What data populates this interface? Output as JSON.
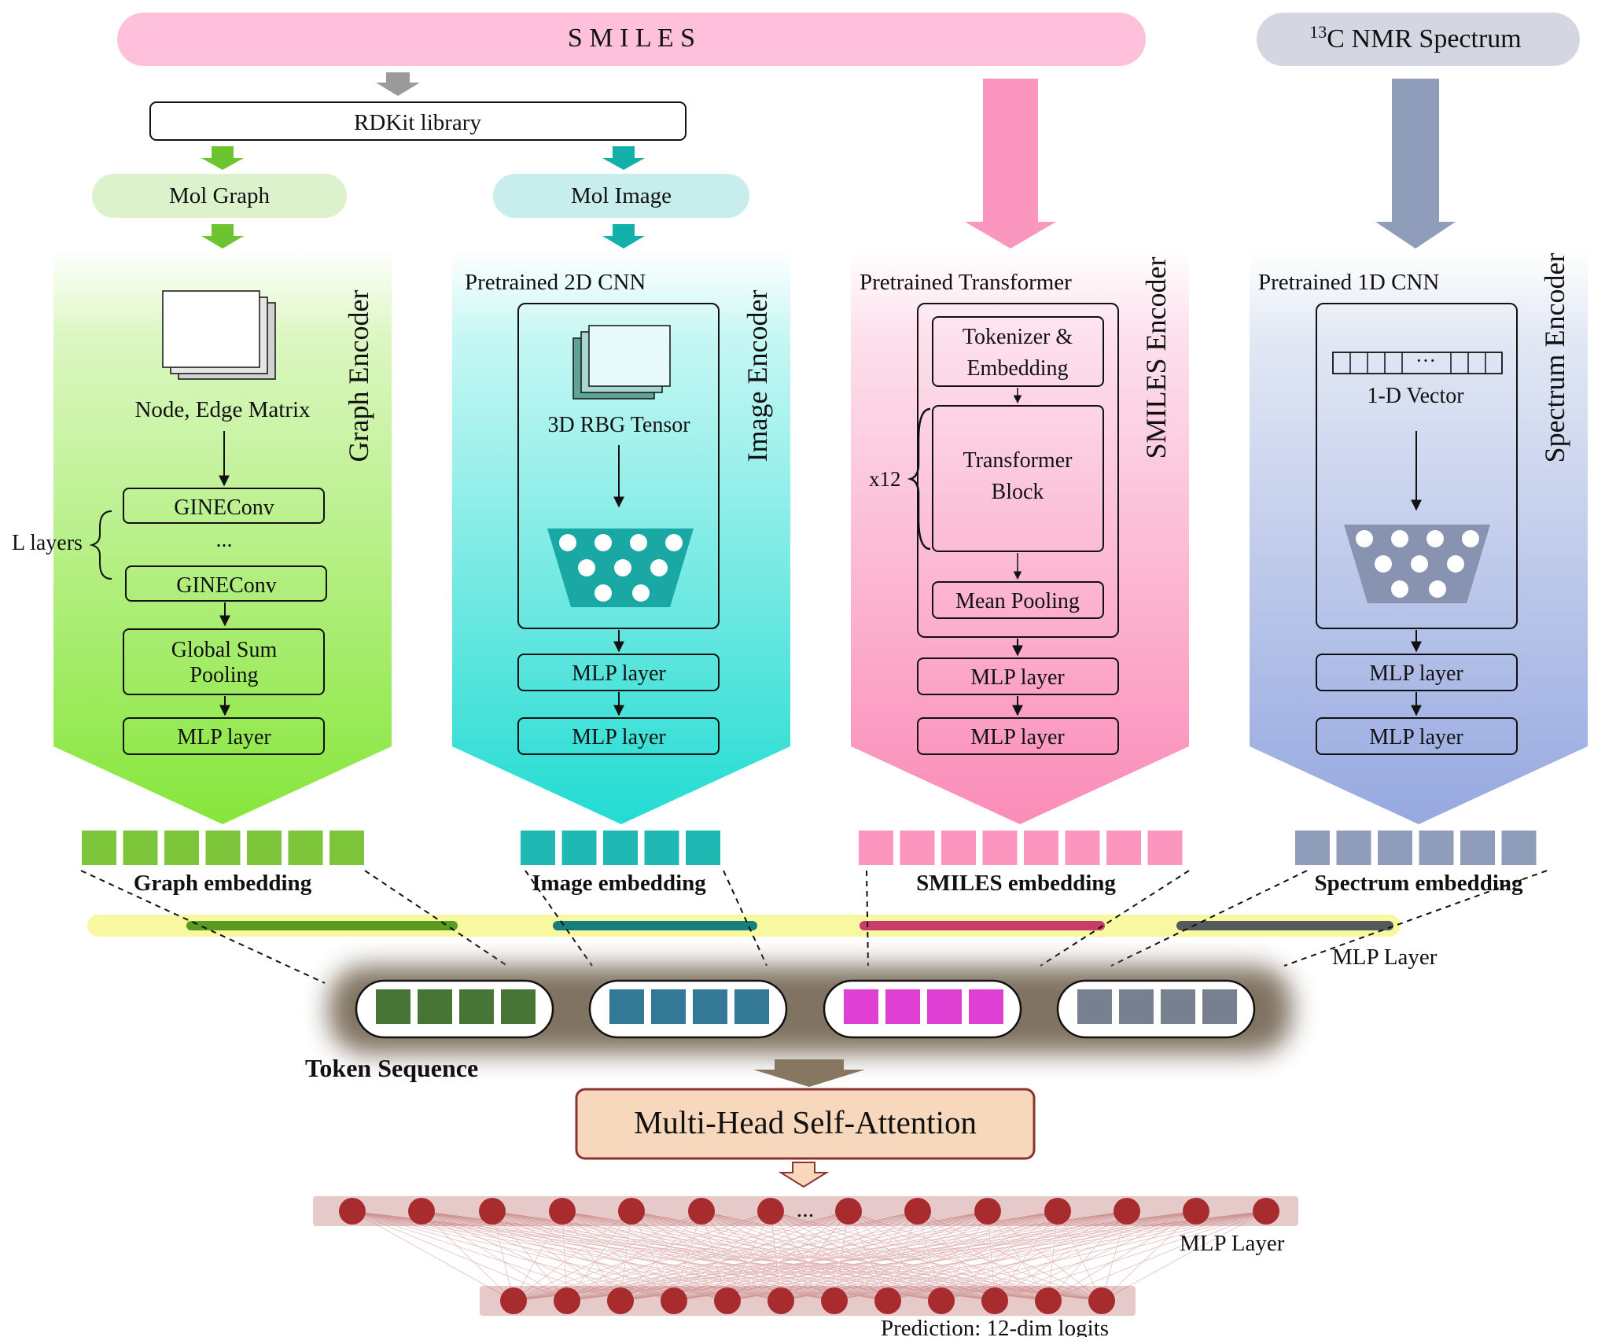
{
  "inputs": {
    "smiles": "S M I L E S",
    "nmr_prefix": "13",
    "nmr_label": "C NMR Spectrum",
    "rdkit": "RDKit library",
    "mol_graph": "Mol Graph",
    "mol_image": "Mol Image"
  },
  "graph_encoder": {
    "title": "Graph Encoder",
    "matrix_label": "Node, Edge Matrix",
    "layers_label": "L layers",
    "conv1": "GINEConv",
    "ellipsis": "...",
    "conv2": "GINEConv",
    "pool_line1": "Global Sum",
    "pool_line2": "Pooling",
    "mlp": "MLP layer"
  },
  "image_encoder": {
    "title": "Image Encoder",
    "pretrained": "Pretrained 2D CNN",
    "tensor_label": "3D RBG Tensor",
    "mlp1": "MLP layer",
    "mlp2": "MLP layer"
  },
  "smiles_encoder": {
    "title": "SMILES Encoder",
    "pretrained": "Pretrained Transformer",
    "tok_line1": "Tokenizer &",
    "tok_line2": "Embedding",
    "repeat": "x12",
    "block_line1": "Transformer",
    "block_line2": "Block",
    "pool": "Mean Pooling",
    "mlp1": "MLP layer",
    "mlp2": "MLP layer"
  },
  "spectrum_encoder": {
    "title": "Spectrum Encoder",
    "pretrained": "Pretrained 1D CNN",
    "vector_ellipsis": "···",
    "vector_label": "1-D Vector",
    "mlp1": "MLP layer",
    "mlp2": "MLP layer"
  },
  "embeddings": {
    "graph": "Graph embedding",
    "image": "Image embedding",
    "smiles": "SMILES embedding",
    "spectrum": "Spectrum embedding",
    "mlp_layer": "MLP Layer"
  },
  "fusion": {
    "token_sequence": "Token Sequence",
    "attention": "Multi-Head Self-Attention",
    "hidden_ellipsis": "...",
    "mlp_layer": "MLP Layer",
    "prediction": "Prediction: 12-dim logits"
  },
  "colors": {
    "graph": "#7dc63b",
    "image": "#1fb8b3",
    "smiles": "#fb97bf",
    "spectrum": "#8f9dba",
    "token_graph": "#477535",
    "token_image": "#337896",
    "token_smiles": "#e03fd4",
    "token_spectrum": "#76808e",
    "neuron": "#a82c2e"
  }
}
